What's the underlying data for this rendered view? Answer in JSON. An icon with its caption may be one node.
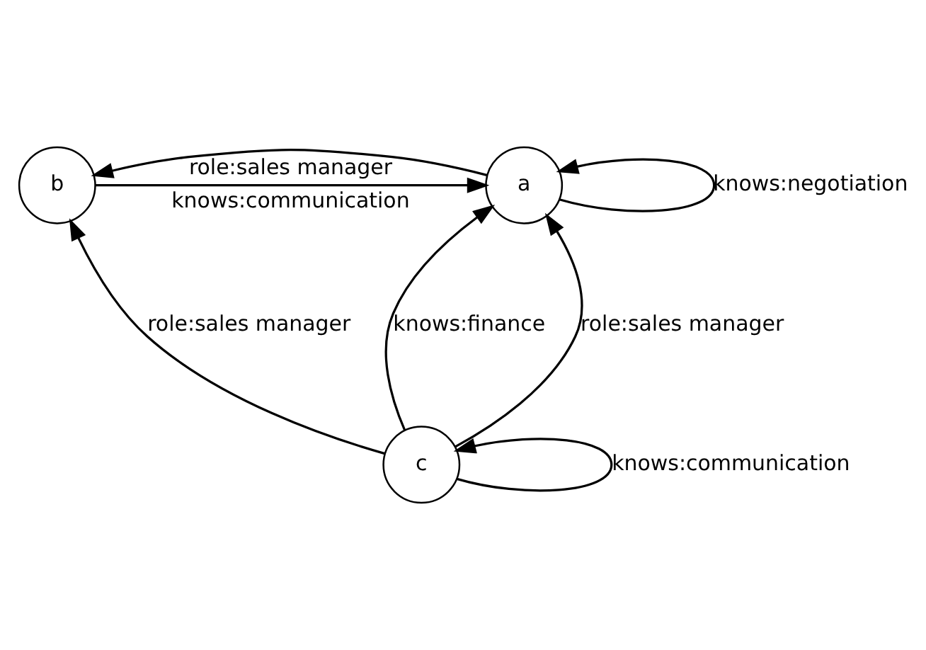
{
  "diagram": {
    "nodes": [
      {
        "text": [
          "b"
        ]
      },
      {
        "text": [
          "a"
        ]
      },
      {
        "text": [
          "c"
        ]
      }
    ],
    "edges": [
      {
        "from": 1,
        "to": 0,
        "arrow": "to",
        "label": "role:sales manager"
      },
      {
        "from": 0,
        "to": 1,
        "arrow": "to",
        "label": "knows:communication"
      },
      {
        "from": 1,
        "to": 1,
        "arrow": "to",
        "label": "knows:negotiation"
      },
      {
        "from": 2,
        "to": 0,
        "arrow": "to",
        "label": "role:sales manager"
      },
      {
        "from": 2,
        "to": 1,
        "arrow": "to",
        "label": "knows:finance"
      },
      {
        "from": 2,
        "to": 1,
        "arrow": "to",
        "label": "role:sales manager"
      },
      {
        "from": 2,
        "to": 2,
        "arrow": "to",
        "label": "knows:communication"
      }
    ]
  }
}
